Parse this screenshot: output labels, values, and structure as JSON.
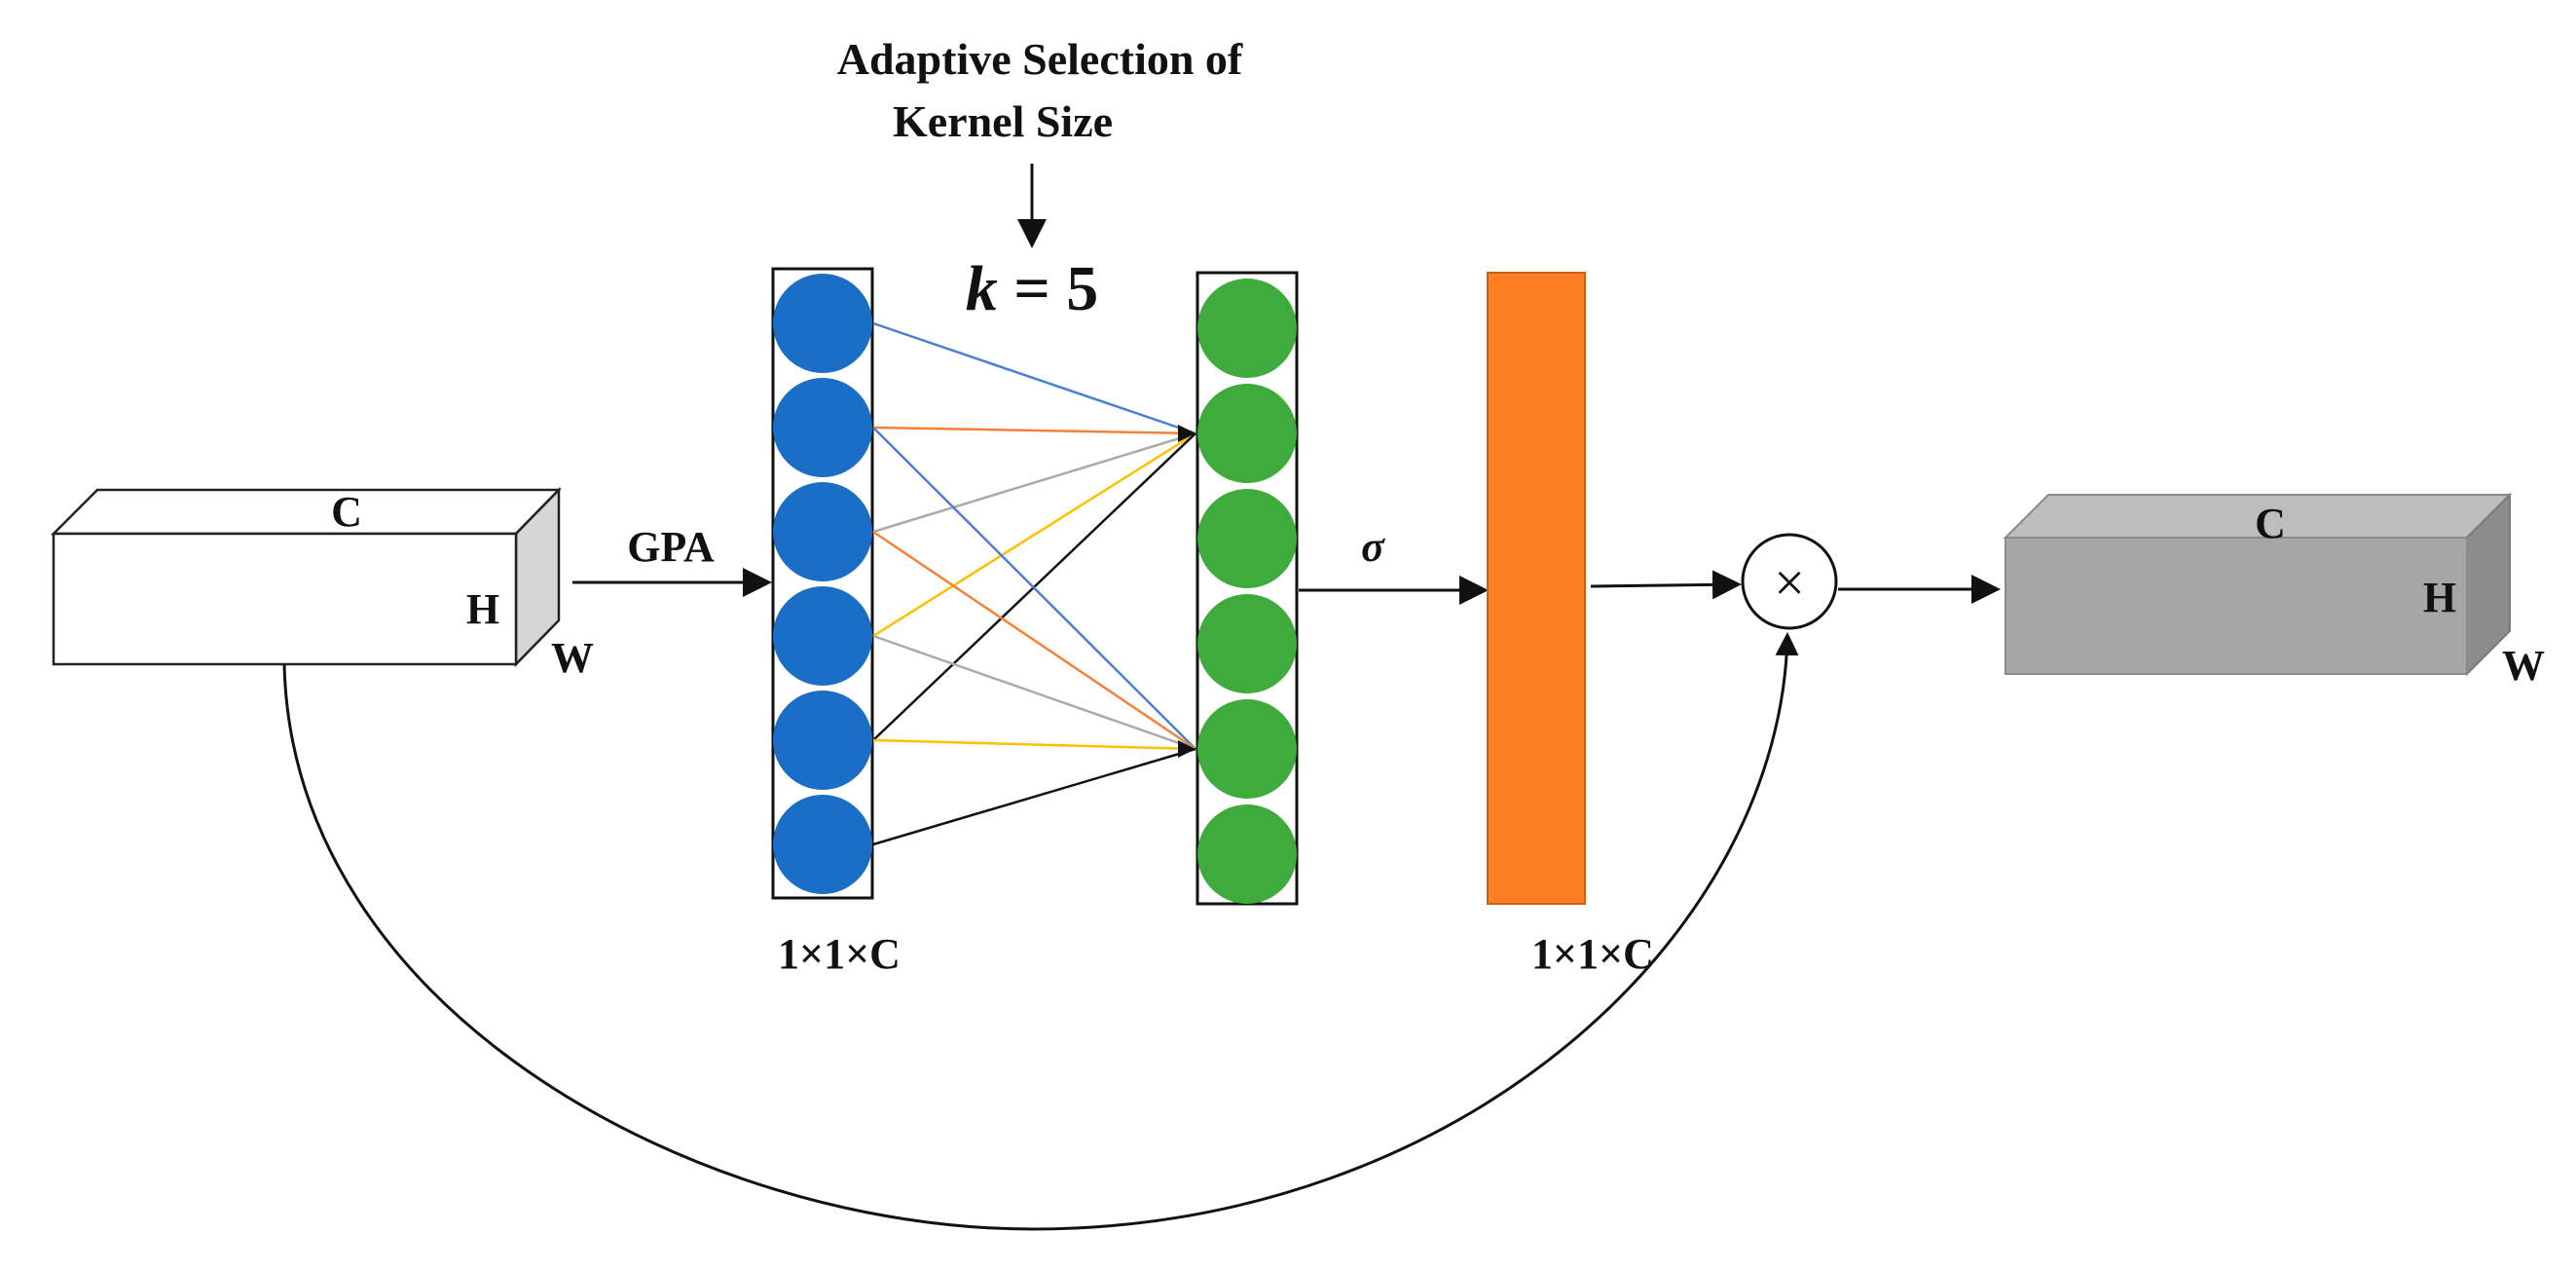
{
  "annotation": {
    "title_line1": "Adaptive Selection of",
    "title_line2": "Kernel Size",
    "k_var": "k",
    "k_eq": " = 5"
  },
  "input_tensor": {
    "c_label": "C",
    "h_label": "H",
    "w_label": "W",
    "face_color": "#ffffff",
    "side_color": "#d6d6d6"
  },
  "output_tensor": {
    "c_label": "C",
    "h_label": "H",
    "w_label": "W",
    "top_color": "#bdbdbd",
    "front_color": "#a6a6a6",
    "side_color": "#8c8c8c"
  },
  "ops": {
    "gap_label": "GPA",
    "sigma_label": "σ",
    "multiply_symbol": "×"
  },
  "vectors": {
    "input_dim": "1×1×C",
    "attention_dim": "1×1×C",
    "input_color": "#1a6ec6",
    "conv_color": "#3fab3c",
    "attention_color": "#fd7f23"
  },
  "conv_connection_colors": [
    "#4a7fd1",
    "#f4813a",
    "#aaaaaa",
    "#ffc000",
    "#111111"
  ]
}
